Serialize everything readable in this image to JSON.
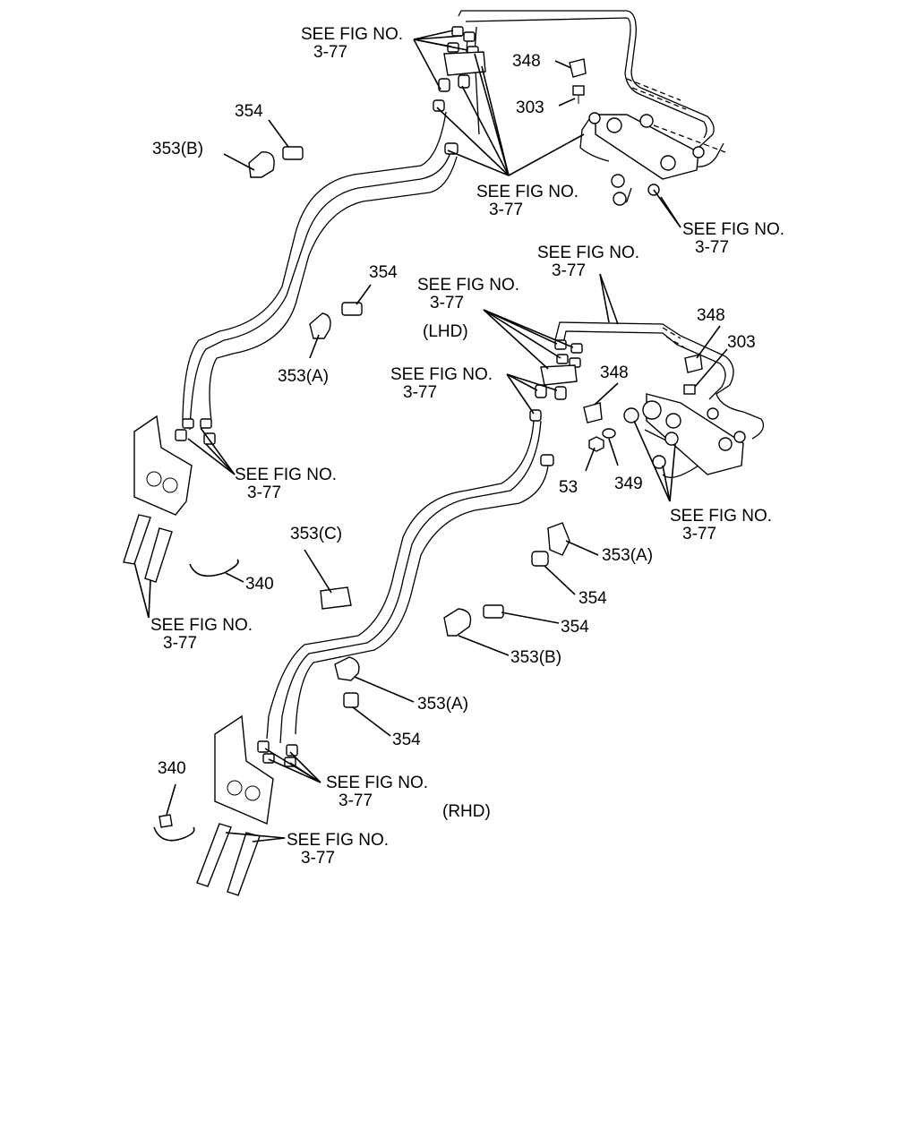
{
  "variants": {
    "lhd": "(LHD)",
    "rhd": "(RHD)"
  },
  "callouts": {
    "see_fig": "SEE FIG NO.",
    "fig_ref": "3-77"
  },
  "parts": {
    "p303": "303",
    "p340": "340",
    "p348": "348",
    "p349": "349",
    "p353a": "353(A)",
    "p353b": "353(B)",
    "p353c": "353(C)",
    "p354": "354",
    "p53": "53"
  }
}
